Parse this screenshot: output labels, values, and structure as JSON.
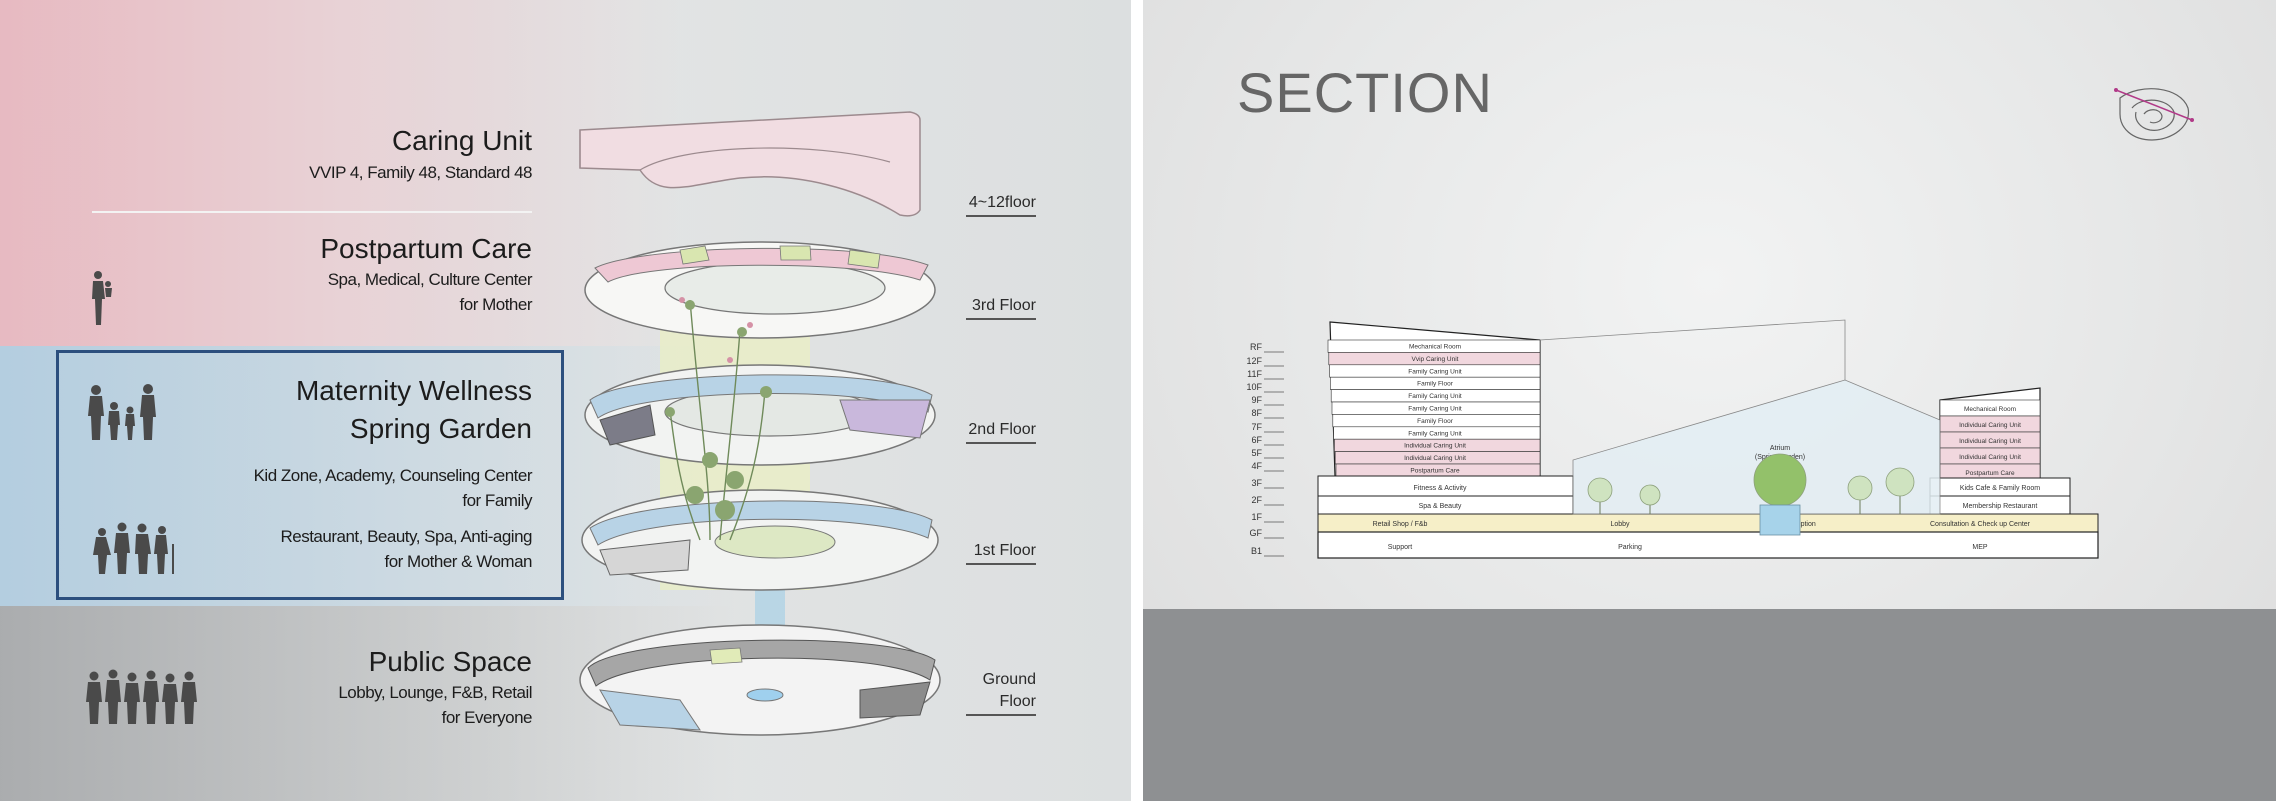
{
  "left": {
    "caring_unit": {
      "title": "Caring Unit",
      "desc": "VVIP 4, Family 48, Standard 48"
    },
    "postpartum": {
      "title": "Postpartum Care",
      "desc1": "Spa, Medical, Culture Center",
      "desc2": "for Mother"
    },
    "wellness": {
      "title1": "Maternity Wellness",
      "title2": "Spring Garden",
      "desc1": "Kid Zone, Academy, Counseling Center",
      "desc2": "for Family",
      "desc3": "Restaurant, Beauty, Spa, Anti-aging",
      "desc4": "for Mother & Woman"
    },
    "public": {
      "title": "Public Space",
      "desc1": "Lobby, Lounge, F&B, Retail",
      "desc2": "for Everyone"
    },
    "floors": {
      "f4_12": "4~12floor",
      "f3": "3rd Floor",
      "f2": "2nd Floor",
      "f1": "1st Floor",
      "ground1": "Ground",
      "ground2": "Floor"
    }
  },
  "section": {
    "title": "SECTION",
    "levels": [
      "RF",
      "12F",
      "11F",
      "10F",
      "9F",
      "8F",
      "7F",
      "6F",
      "5F",
      "4F",
      "3F",
      "2F",
      "1F",
      "GF",
      "B1"
    ],
    "west_tower": [
      "Mechanical Room",
      "Vvip Caring Unit",
      "Family Caring Unit",
      "Family Floor",
      "Family Caring Unit",
      "Family Caring Unit",
      "Family Floor",
      "Family Caring Unit",
      "Individual Caring Unit",
      "Individual Caring Unit",
      "Postpartum Care"
    ],
    "west_podium": [
      "Fitness & Activity",
      "Spa & Beauty"
    ],
    "east_tower": [
      "Mechanical Room",
      "Individual Caring Unit",
      "Individual Caring Unit",
      "Individual Caring Unit",
      "Postpartum Care"
    ],
    "east_podium": [
      "Kids Cafe & Family Room",
      "Membership Restaurant"
    ],
    "ground": [
      "Retail Shop / F&b",
      "Lobby",
      "Reception",
      "Consultation & Check up Center"
    ],
    "basement": [
      "Support",
      "Parking",
      "MEP"
    ],
    "atrium1": "Atrium",
    "atrium2": "(Spring Garden)"
  },
  "colors": {
    "pink": "#efd2d9",
    "blue": "#c4dcea",
    "yellow": "#f6efc8",
    "accent": "#2c4f7e",
    "grey_ground": "#8f9193"
  }
}
